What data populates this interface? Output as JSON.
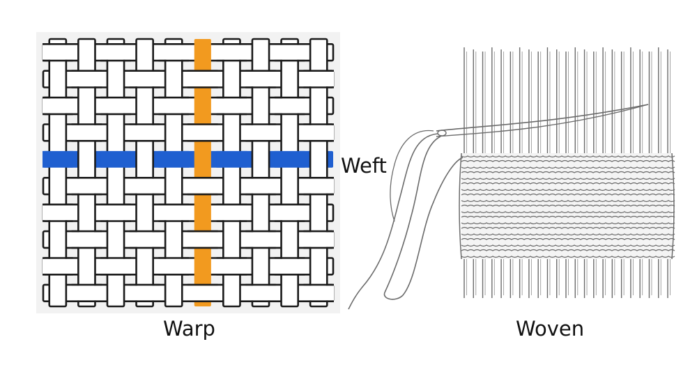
{
  "labels": {
    "warp": "Warp",
    "weft": "Weft",
    "woven": "Woven"
  },
  "colors": {
    "background": "#ffffff",
    "panel_background": "#f2f2f2",
    "weave_strip_fill": "#ffffff",
    "weave_outline": "#1a1a1a",
    "highlight_warp": "#f29a1f",
    "highlight_weft": "#1f5fd0",
    "sketch_line": "#6a6a6a"
  },
  "weave": {
    "columns": 10,
    "rows": 10,
    "highlight_warp_column": 5,
    "highlight_weft_row": 4
  },
  "loom": {
    "warp_thread_count": 23,
    "woven_row_count": 19
  }
}
